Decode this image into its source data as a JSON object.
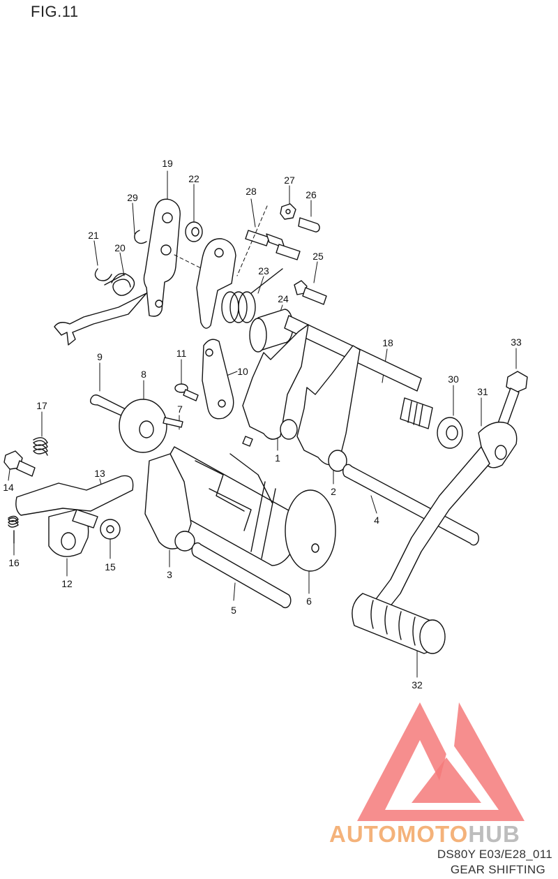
{
  "figure": {
    "title": "FIG.11"
  },
  "footer": {
    "code": "DS80Y E03/E28_011",
    "title": "GEAR SHIFTING"
  },
  "watermark": {
    "part1": "AUTOMOTO",
    "part2": "HUB",
    "accent": "#f47a7a",
    "secondary": "#bdbdbd"
  },
  "callouts": [
    {
      "id": "1",
      "label": "1"
    },
    {
      "id": "2",
      "label": "2"
    },
    {
      "id": "3",
      "label": "3"
    },
    {
      "id": "4",
      "label": "4"
    },
    {
      "id": "5",
      "label": "5"
    },
    {
      "id": "6",
      "label": "6"
    },
    {
      "id": "7",
      "label": "7"
    },
    {
      "id": "8",
      "label": "8"
    },
    {
      "id": "9",
      "label": "9"
    },
    {
      "id": "10",
      "label": "10"
    },
    {
      "id": "11",
      "label": "11"
    },
    {
      "id": "12",
      "label": "12"
    },
    {
      "id": "13",
      "label": "13"
    },
    {
      "id": "14",
      "label": "14"
    },
    {
      "id": "15",
      "label": "15"
    },
    {
      "id": "16",
      "label": "16"
    },
    {
      "id": "17",
      "label": "17"
    },
    {
      "id": "18",
      "label": "18"
    },
    {
      "id": "19",
      "label": "19"
    },
    {
      "id": "20",
      "label": "20"
    },
    {
      "id": "21",
      "label": "21"
    },
    {
      "id": "22",
      "label": "22"
    },
    {
      "id": "23",
      "label": "23"
    },
    {
      "id": "24",
      "label": "24"
    },
    {
      "id": "25",
      "label": "25"
    },
    {
      "id": "26",
      "label": "26"
    },
    {
      "id": "27",
      "label": "27"
    },
    {
      "id": "28",
      "label": "28"
    },
    {
      "id": "29",
      "label": "29"
    },
    {
      "id": "30",
      "label": "30"
    },
    {
      "id": "31",
      "label": "31"
    },
    {
      "id": "32",
      "label": "32"
    },
    {
      "id": "33",
      "label": "33"
    }
  ]
}
